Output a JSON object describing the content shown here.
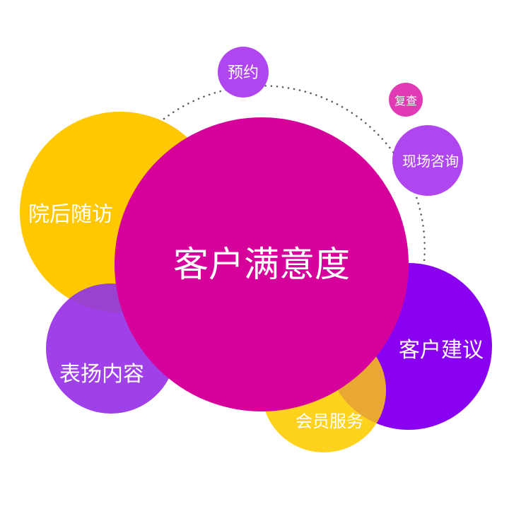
{
  "diagram": {
    "center": {
      "label": "客户满意度",
      "color": "#d6009a"
    },
    "bubbles": {
      "follow_up": {
        "label": "院后随访",
        "color": "#ffc800"
      },
      "praise": {
        "label": "表扬内容",
        "color": "#a040e8"
      },
      "suggestion": {
        "label": "客户建议",
        "color": "#8a00f0"
      },
      "membership": {
        "label": "会员服务",
        "color": "#ffd21e",
        "label_color": "#1e7fdc"
      },
      "appointment": {
        "label": "预约",
        "color": "#b046f0"
      },
      "review": {
        "label": "复查",
        "color": "#e03ab4"
      },
      "consult": {
        "label": "现场咨询",
        "color": "#b046f0"
      }
    },
    "overlap_colors": {
      "follow_up_praise": "#9a42d0",
      "membership_suggestion": "#e8a832"
    }
  }
}
